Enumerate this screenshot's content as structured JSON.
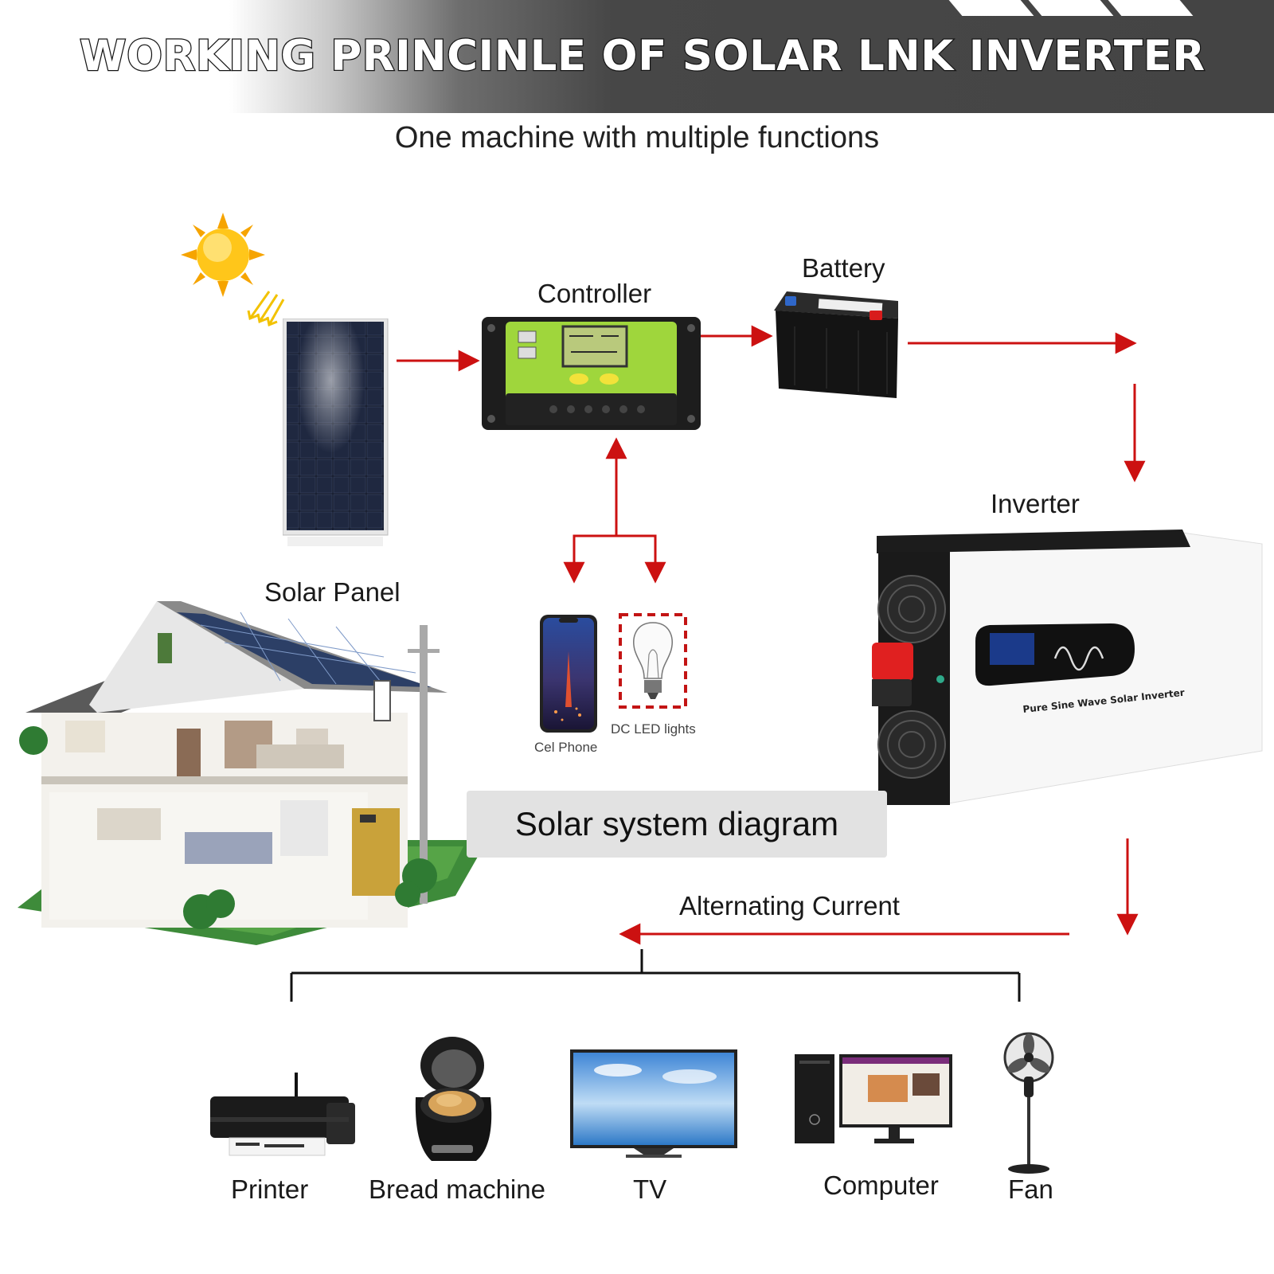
{
  "header": {
    "title": "WORKING PRINCINLE OF SOLAR LNK INVERTER",
    "subtitle": "One machine with multiple functions"
  },
  "nodes": {
    "solar_panel": "Solar Panel",
    "controller": "Controller",
    "battery": "Battery",
    "inverter": "Inverter",
    "cell_phone": "Cel Phone",
    "dc_led_lights": "DC LED lights"
  },
  "caption": "Solar system diagram",
  "flow": {
    "ac_label": "Alternating Current"
  },
  "appliances": [
    {
      "label": "Printer"
    },
    {
      "label": "Bread machine"
    },
    {
      "label": "TV"
    },
    {
      "label": "Computer"
    },
    {
      "label": "Fan"
    }
  ],
  "device_text": {
    "inverter_brand": "Pure Sine Wave Solar Inverter"
  },
  "colors": {
    "arrow": "#cc1111",
    "controller_body": "#9fd63c",
    "header_dark": "#444444"
  }
}
